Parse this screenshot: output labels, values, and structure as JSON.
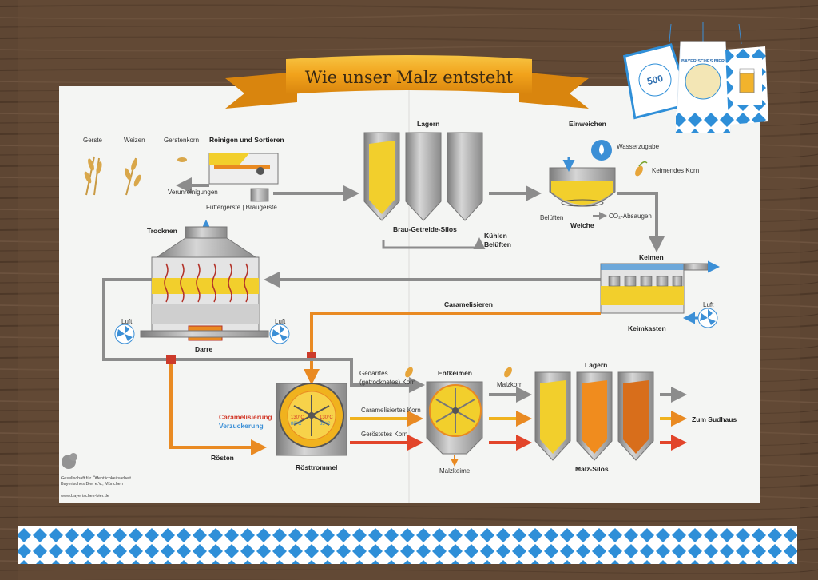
{
  "title": "Wie unser Malz entsteht",
  "colors": {
    "wood": "#5e4633",
    "paper": "#f4f5f3",
    "ribbon": "#f1a21b",
    "grain_yellow": "#f2cf2c",
    "malt_orange": "#f08c1e",
    "pipe_grey": "#8c8c8c",
    "pipe_orange": "#e98a22",
    "air_blue": "#3b8fd6",
    "bavarian_blue": "#2f8fd8"
  },
  "icons": [
    "grain-stalk-icon",
    "water-drop-icon",
    "sprout-icon",
    "fan-icon",
    "arrow-icon",
    "oak-leaf-logo-icon"
  ],
  "labels": {
    "gerste": "Gerste",
    "weizen": "Weizen",
    "gerstenkorn": "Gerstenkorn",
    "reinigen": "Reinigen und Sortieren",
    "verunreinigungen": "Verunreinigungen",
    "futtergerste": "Futtergerste | Braugerste",
    "lagern1": "Lagern",
    "silos1": "Brau-Getreide-Silos",
    "kuehlen": "Kühlen",
    "belueften": "Belüften",
    "einweichen": "Einweichen",
    "wasserzugabe": "Wasserzugabe",
    "keimendes_korn": "Keimendes Korn",
    "belueften2": "Belüften",
    "co2": "CO₂-Absaugen",
    "weiche": "Weiche",
    "trocknen": "Trocknen",
    "keimen": "Keimen",
    "keimkasten": "Keimkasten",
    "luft_left": "Luft",
    "luft_right": "Luft",
    "luft_keim": "Luft",
    "darre": "Darre",
    "caramelisieren": "Caramelisieren",
    "gedarrtes1": "Gedarrtes",
    "gedarrtes2": "(getrocknetes) Korn",
    "caramelisiertes": "Caramelisiertes Korn",
    "geroestetes": "Geröstetes Korn",
    "caramelisierung": "Caramelisierung",
    "verzuckerung": "Verzuckerung",
    "roesten": "Rösten",
    "roesttrommel": "Rösttrommel",
    "temp1": "130°C",
    "temp2": "130°C",
    "temp3": "80°C",
    "temp4": "35°C",
    "entkeimen": "Entkeimen",
    "malzkorn": "Malzkorn",
    "malzkeime": "Malzkeime",
    "lagern2": "Lagern",
    "malzsilos": "Malz-Silos",
    "sudhaus": "Zum Sudhaus"
  },
  "footer": {
    "org1": "Gesellschaft für Öffentlichkeitsarbeit",
    "org2": "Bayerisches Bier e.V., München",
    "url": "www.bayerisches-bier.de"
  },
  "tags": {
    "tag1_number": "500",
    "tag2_text": "BAYERISCHES BIER"
  }
}
